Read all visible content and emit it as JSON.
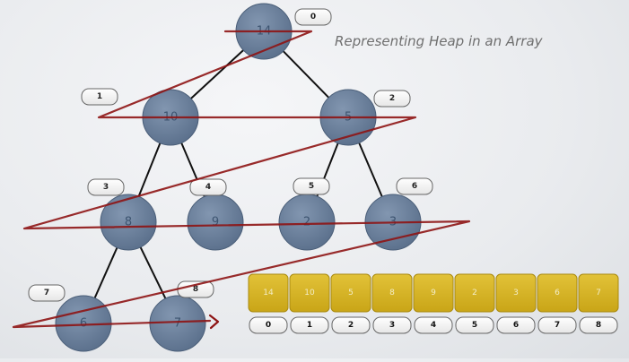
{
  "title": "Representing Heap in an Array",
  "tree": {
    "nodes": [
      {
        "index": "0",
        "value": "14"
      },
      {
        "index": "1",
        "value": "10"
      },
      {
        "index": "2",
        "value": "5"
      },
      {
        "index": "3",
        "value": "8"
      },
      {
        "index": "4",
        "value": "9"
      },
      {
        "index": "5",
        "value": "2"
      },
      {
        "index": "6",
        "value": "3"
      },
      {
        "index": "7",
        "value": "6"
      },
      {
        "index": "8",
        "value": "7"
      }
    ],
    "edges": [
      [
        0,
        1
      ],
      [
        0,
        2
      ],
      [
        1,
        3
      ],
      [
        1,
        4
      ],
      [
        2,
        5
      ],
      [
        2,
        6
      ],
      [
        3,
        7
      ],
      [
        3,
        8
      ]
    ]
  },
  "array": {
    "values": [
      "14",
      "10",
      "5",
      "8",
      "9",
      "2",
      "3",
      "6",
      "7"
    ],
    "indices": [
      "0",
      "1",
      "2",
      "3",
      "4",
      "5",
      "6",
      "7",
      "8"
    ]
  },
  "colors": {
    "node_fill": "#6b809c",
    "node_stroke": "#4a5e78",
    "edge": "#111111",
    "traversal_line": "#8e1414",
    "cell_fill": "#d6b422",
    "cell_stroke": "#a98a10",
    "index_pill_fill": "#ffffff",
    "index_pill_stroke": "#666666"
  }
}
